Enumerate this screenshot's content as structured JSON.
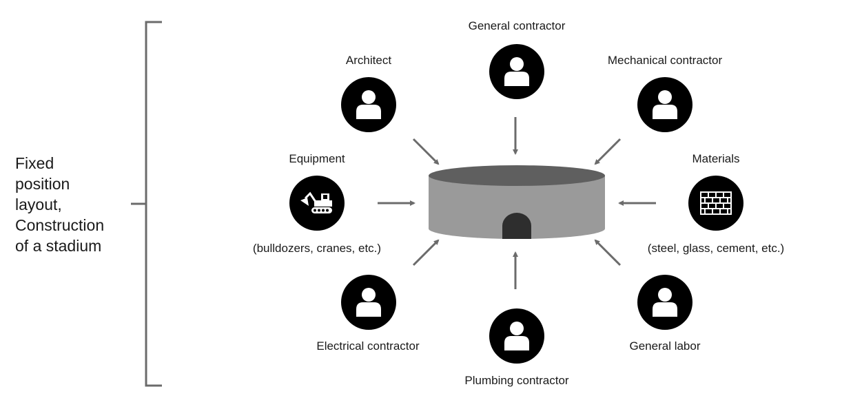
{
  "caption": {
    "lines": [
      "Fixed",
      "position",
      "layout,",
      "Construction",
      "of a stadium"
    ]
  },
  "nodes": {
    "general_contractor": "General contractor",
    "architect": "Architect",
    "mechanical_contractor": "Mechanical contractor",
    "equipment": "Equipment",
    "equipment_note": "(bulldozers, cranes, etc.)",
    "materials": "Materials",
    "materials_note": "(steel, glass, cement, etc.)",
    "electrical_contractor": "Electrical contractor",
    "plumbing_contractor": "Plumbing contractor",
    "general_labor": "General labor"
  },
  "icons": {
    "person": "person-icon",
    "equipment": "excavator-icon",
    "materials": "brick-wall-icon"
  },
  "colors": {
    "stadium_side": "#9a9a9a",
    "stadium_top": "#5f5f5f",
    "stadium_door": "#2e2e2e",
    "arrow": "#6b6b6b",
    "bracket": "#6b6b6b"
  }
}
